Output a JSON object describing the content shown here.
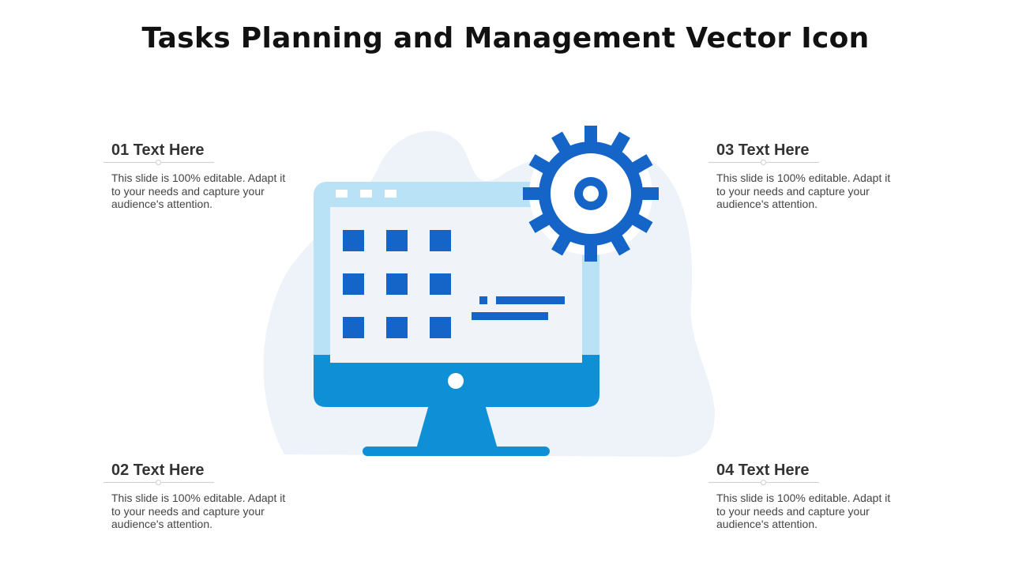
{
  "slide": {
    "title": "Tasks Planning and Management Vector Icon"
  },
  "blocks": [
    {
      "heading": "01 Text Here",
      "description": "This slide is 100% editable. Adapt it to your needs and capture your audience's attention."
    },
    {
      "heading": "02 Text Here",
      "description": "This slide is 100% editable. Adapt it to your needs and capture your audience's attention."
    },
    {
      "heading": "03 Text Here",
      "description": "This slide is 100% editable. Adapt it to your needs and capture your audience's attention."
    },
    {
      "heading": "04 Text Here",
      "description": "This slide is 100% editable. Adapt it to your needs and capture your audience's attention."
    }
  ],
  "icon": {
    "name": "monitor-with-gear-icon",
    "colors": {
      "primary_blue": "#1565c9",
      "monitor_base": "#0f8fd6",
      "screen_frame": "#b9e2f7",
      "screen_bg": "#f0f4f9",
      "backdrop_blob": "#eef3fa"
    }
  }
}
